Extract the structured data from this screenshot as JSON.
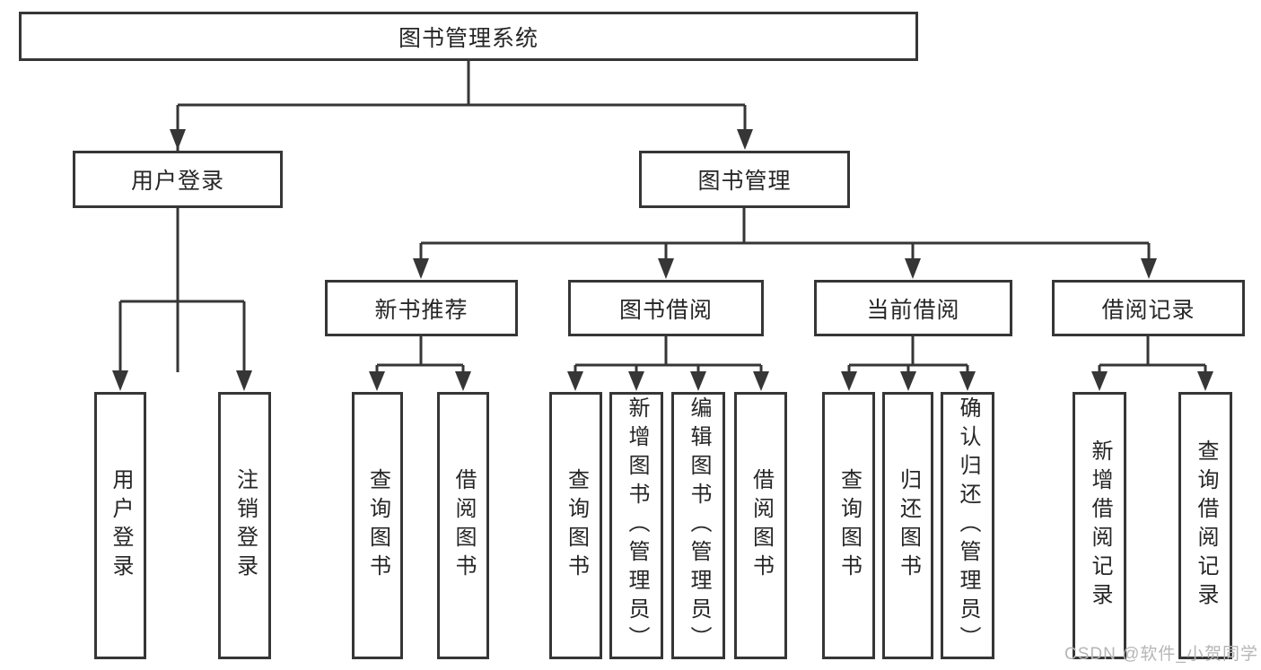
{
  "diagram_title": "图书管理系统",
  "nodes": {
    "root": "图书管理系统",
    "user_login": "用户登录",
    "book_mgmt": "图书管理",
    "new_book_rec": "新书推荐",
    "book_borrow": "图书借阅",
    "current_borrow": "当前借阅",
    "borrow_record": "借阅记录",
    "leaf_user_login": "用户登录",
    "leaf_logout": "注销登录",
    "leaf_query_book_rec": "查询图书",
    "leaf_borrow_book_rec": "借阅图书",
    "leaf_query_book_borrow": "查询图书",
    "leaf_add_book": "新增图书（管理员）",
    "leaf_edit_book": "编辑图书（管理员）",
    "leaf_borrow_book": "借阅图书",
    "leaf_query_book_current": "查询图书",
    "leaf_return_book": "归还图书",
    "leaf_confirm_return": "确认归还（管理员）",
    "leaf_add_borrow_record": "新增借阅记录",
    "leaf_query_borrow_record": "查询借阅记录"
  },
  "watermark": "CSDN @软件_小贺同学",
  "colors": {
    "line": "#363636",
    "box_border": "#363636",
    "text": "#262626",
    "watermark": "#b6b6b6",
    "background": "#ffffff"
  }
}
